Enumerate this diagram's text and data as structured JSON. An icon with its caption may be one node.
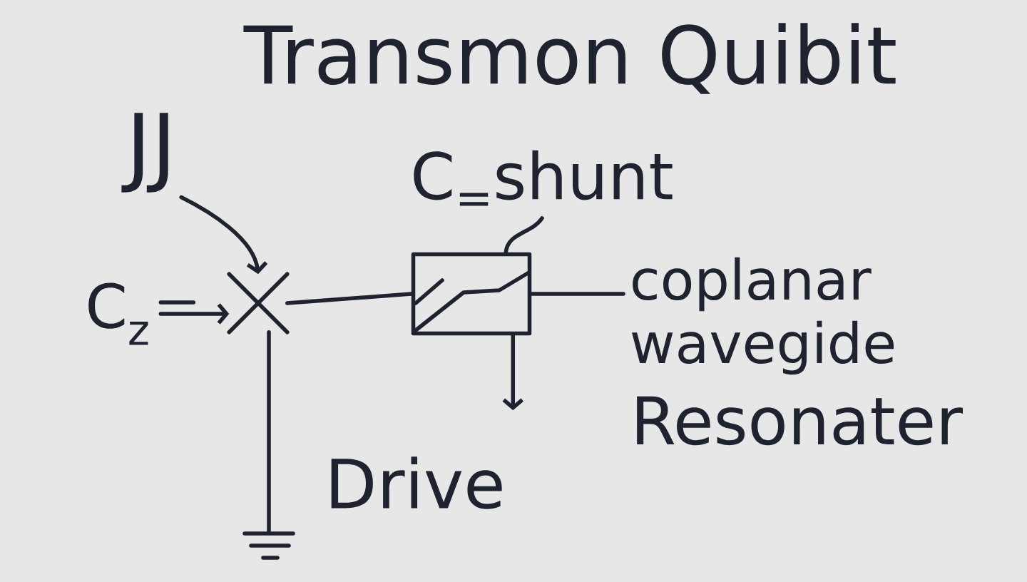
{
  "diagram": {
    "title": "Transmon Quibit",
    "nodes": [
      {
        "text": [
          "JJ"
        ]
      },
      {
        "text": [
          "C$_{=}$shunt"
        ]
      },
      {
        "text": [
          "C$_{z}$"
        ]
      },
      {
        "text": [],
        "shape": "cross"
      },
      {
        "text": [],
        "shape": "box"
      },
      {
        "text": [
          "coplanar wavegide"
        ]
      },
      {
        "text": [],
        "shape": "ground"
      }
    ],
    "edges": [
      {
        "from": 0,
        "to": 3,
        "arrow": "to"
      },
      {
        "from": 2,
        "to": 3,
        "arrow": "to"
      },
      {
        "from": 3,
        "to": 4,
        "arrow": "none"
      },
      {
        "from": 1,
        "to": 4,
        "arrow": "none"
      },
      {
        "from": 4,
        "to": 5,
        "arrow": "none"
      },
      {
        "from": 4,
        "to": null,
        "arrow": "to"
      },
      {
        "from": 3,
        "to": 6,
        "arrow": "none"
      }
    ],
    "labels": [
      "Resonater",
      "Drive"
    ]
  }
}
